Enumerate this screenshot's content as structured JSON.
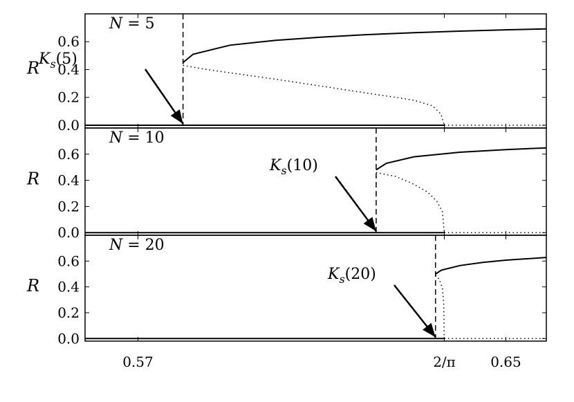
{
  "chart_data": {
    "type": "line",
    "x_ticks": [
      {
        "value": 0.57,
        "label": "0.57"
      },
      {
        "value": 0.63662,
        "label": "2/π"
      },
      {
        "value": 0.65,
        "label": "0.65"
      }
    ],
    "xlim": [
      0.5585,
      0.6588
    ],
    "panels": [
      {
        "title": "N = 5",
        "ylabel": "R",
        "ylim": [
          -0.02,
          0.8
        ],
        "y_ticks": [
          "0.0",
          "0.2",
          "0.4",
          "0.6"
        ],
        "Ks": 0.5798,
        "annotation": "Ks(5)",
        "upper_branch": [
          [
            0.5798,
            0.45
          ],
          [
            0.582,
            0.51
          ],
          [
            0.59,
            0.575
          ],
          [
            0.6,
            0.61
          ],
          [
            0.61,
            0.633
          ],
          [
            0.62,
            0.651
          ],
          [
            0.63,
            0.665
          ],
          [
            0.64,
            0.676
          ],
          [
            0.65,
            0.685
          ],
          [
            0.6588,
            0.692
          ]
        ],
        "unstable_branch": [
          [
            0.5798,
            0.43
          ],
          [
            0.585,
            0.4
          ],
          [
            0.6,
            0.33
          ],
          [
            0.61,
            0.28
          ],
          [
            0.62,
            0.23
          ],
          [
            0.63,
            0.18
          ],
          [
            0.634,
            0.14
          ],
          [
            0.6359,
            0.08
          ],
          [
            0.6366,
            0.0
          ]
        ],
        "zero_stable": [
          0.5585,
          0.63662
        ],
        "zero_unstable": [
          0.63662,
          0.6588
        ]
      },
      {
        "title": "N = 10",
        "ylabel": "R",
        "ylim": [
          -0.02,
          0.8
        ],
        "y_ticks": [
          "0.0",
          "0.2",
          "0.4",
          "0.6"
        ],
        "Ks": 0.6218,
        "annotation": "Ks(10)",
        "upper_branch": [
          [
            0.6218,
            0.48
          ],
          [
            0.624,
            0.53
          ],
          [
            0.63,
            0.58
          ],
          [
            0.64,
            0.615
          ],
          [
            0.65,
            0.635
          ],
          [
            0.6588,
            0.648
          ]
        ],
        "unstable_branch": [
          [
            0.6218,
            0.46
          ],
          [
            0.626,
            0.43
          ],
          [
            0.63,
            0.37
          ],
          [
            0.633,
            0.31
          ],
          [
            0.635,
            0.24
          ],
          [
            0.6362,
            0.16
          ],
          [
            0.6366,
            0.0
          ]
        ],
        "zero_stable": [
          0.5585,
          0.63662
        ],
        "zero_unstable": [
          0.63662,
          0.6588
        ]
      },
      {
        "title": "N = 20",
        "ylabel": "R",
        "ylim": [
          -0.02,
          0.8
        ],
        "y_ticks": [
          "0.0",
          "0.2",
          "0.4",
          "0.6"
        ],
        "Ks": 0.6347,
        "annotation": "Ks(20)",
        "upper_branch": [
          [
            0.6347,
            0.5
          ],
          [
            0.636,
            0.53
          ],
          [
            0.64,
            0.565
          ],
          [
            0.645,
            0.59
          ],
          [
            0.65,
            0.607
          ],
          [
            0.6588,
            0.628
          ]
        ],
        "unstable_branch": [
          [
            0.6347,
            0.49
          ],
          [
            0.6355,
            0.46
          ],
          [
            0.6362,
            0.39
          ],
          [
            0.6365,
            0.26
          ],
          [
            0.6366,
            0.0
          ]
        ],
        "zero_stable": [
          0.5585,
          0.63662
        ],
        "zero_unstable": [
          0.63662,
          0.6588
        ]
      }
    ],
    "grid": false,
    "legend": "none"
  }
}
